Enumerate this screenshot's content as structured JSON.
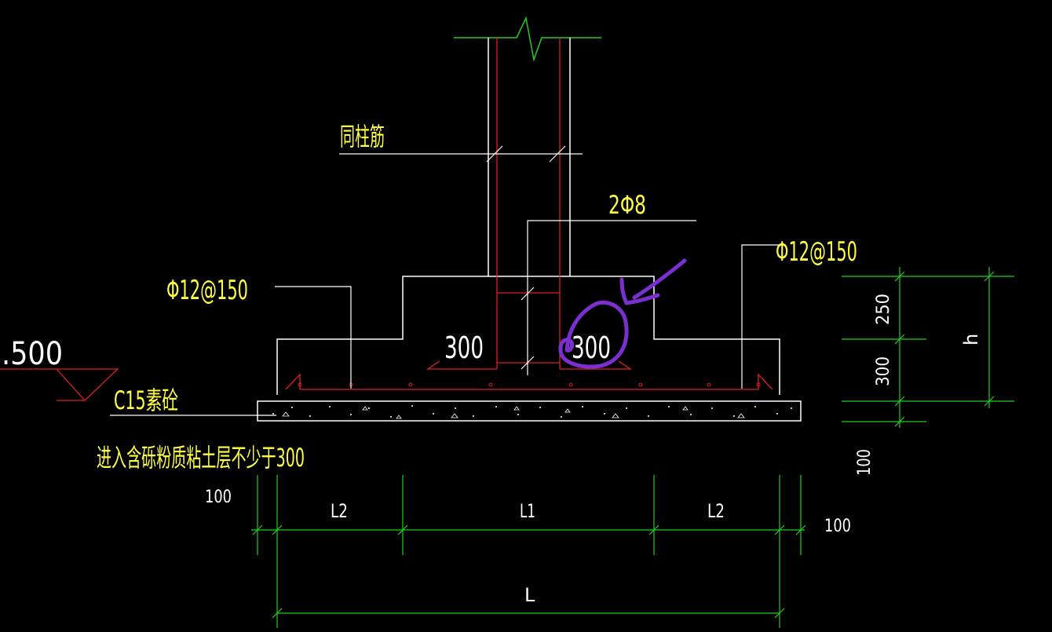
{
  "colors": {
    "background": "#000000",
    "concrete_outline": "#ffffff",
    "rebar": "#dd1f1f",
    "dimension": "#22cc22",
    "label_text": "#ffff44",
    "markup": "#7b2fd0"
  },
  "labels": {
    "column_bar": "同柱筋",
    "tie_bar": "2Φ8",
    "mesh_right": "Φ12@150",
    "mesh_left": "Φ12@150",
    "step_height_left": "300",
    "step_height_right": "300",
    "elevation": ".500",
    "bedding": "C15素砼",
    "bearing_note": "进入含砾粉质粘土层不少于300"
  },
  "dimensions": {
    "upper_step": "250",
    "lower_step": "300",
    "total_height": "h",
    "bedding_thickness": "100",
    "bedding_overhang_left": "100",
    "bedding_overhang_right": "100",
    "left_width": "L2",
    "center_width": "L1",
    "right_width": "L2",
    "total_width": "L"
  },
  "markup": {
    "icons": [
      "circle-mark-icon",
      "arrow-mark-icon"
    ]
  }
}
